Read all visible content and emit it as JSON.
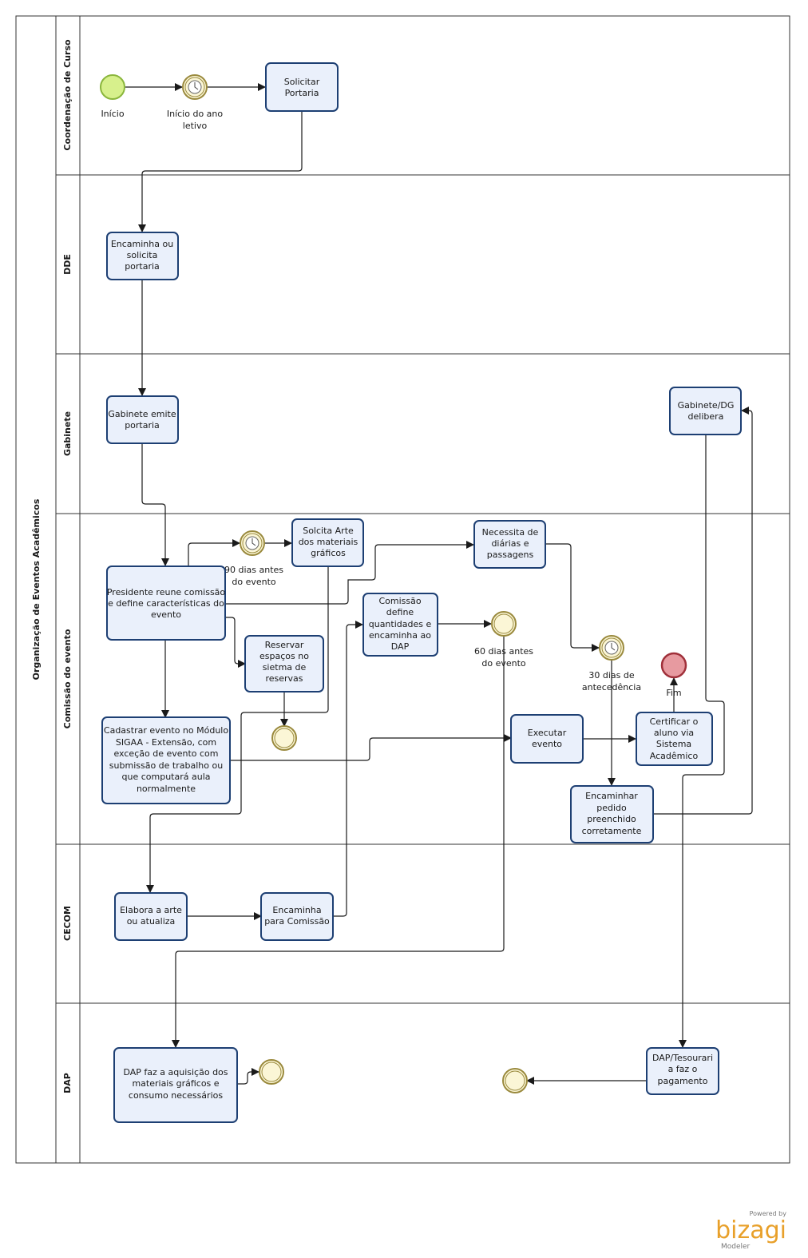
{
  "pool": {
    "label": "Organização de Eventos Acadêmicos"
  },
  "lanes": [
    {
      "id": "coord",
      "label": "Coordenação de Curso"
    },
    {
      "id": "dde",
      "label": "DDE"
    },
    {
      "id": "gab",
      "label": "Gabinete"
    },
    {
      "id": "com",
      "label": "Comissão do evento"
    },
    {
      "id": "cecom",
      "label": "CECOM"
    },
    {
      "id": "dap",
      "label": "DAP"
    }
  ],
  "tasks": {
    "solicitar_portaria": [
      "Solicitar",
      "Portaria"
    ],
    "encaminha_solicita": [
      "Encaminha ou",
      "solicita",
      "portaria"
    ],
    "gabinete_emite": [
      "Gabinete emite",
      "portaria"
    ],
    "gabinete_delibera": [
      "Gabinete/DG",
      "delibera"
    ],
    "presidente_reune": [
      "Presidente reune comissão",
      "e define  características do",
      "evento"
    ],
    "solicita_arte": [
      "Solcita Arte",
      "dos materiais",
      "gráficos"
    ],
    "necessita_diarias": [
      "Necessita de",
      "diárias e",
      "passagens"
    ],
    "comissao_define": [
      "Comissão",
      "define",
      "quantidades e",
      "encaminha ao",
      "DAP"
    ],
    "reservar_espacos": [
      "Reservar",
      "espaços no",
      "sietma de",
      "reservas"
    ],
    "cadastrar_evento": [
      "Cadastrar evento no Módulo",
      "SIGAA - Extensão, com",
      "exceção de evento com",
      "submissão de trabalho ou",
      "que computará aula",
      "normalmente"
    ],
    "executar_evento": [
      "Executar",
      "evento"
    ],
    "certificar_aluno": [
      "Certificar o",
      "aluno via",
      "Sistema",
      "Acadêmico"
    ],
    "encaminhar_pedido": [
      "Encaminhar",
      "pedido",
      "preenchido",
      "corretamente"
    ],
    "elabora_arte": [
      "Elabora a arte",
      "ou atualiza"
    ],
    "encaminha_comissao": [
      "Encaminha",
      "para Comissão"
    ],
    "dap_aquisicao": [
      "DAP faz a aquisição dos",
      "materiais gráficos e",
      "consumo necessários"
    ],
    "dap_tesouraria": [
      "DAP/Tesourari",
      "a faz o",
      "pagamento"
    ]
  },
  "events": {
    "inicio": [
      "Início"
    ],
    "inicio_ano": [
      "Início do ano",
      "letivo"
    ],
    "dias90": [
      "90 dias antes",
      "do evento"
    ],
    "dias60": [
      "60 dias antes",
      "do evento"
    ],
    "dias30": [
      "30 dias de",
      "antecedência"
    ],
    "fim": [
      "Fim"
    ]
  },
  "branding": {
    "powered": "Powered by",
    "logo": "bizagi",
    "sub": "Modeler"
  },
  "colors": {
    "task_fill": "#eaf0fb",
    "task_stroke": "#1d3f73",
    "start_fill": "#d7f08c",
    "start_stroke": "#8ab63c",
    "timer_fill": "#fbf6d6",
    "timer_stroke": "#9a8a3e",
    "end_fill": "#e79aa0",
    "end_stroke": "#a0303a",
    "bizagi_orange": "#e8a02a"
  }
}
